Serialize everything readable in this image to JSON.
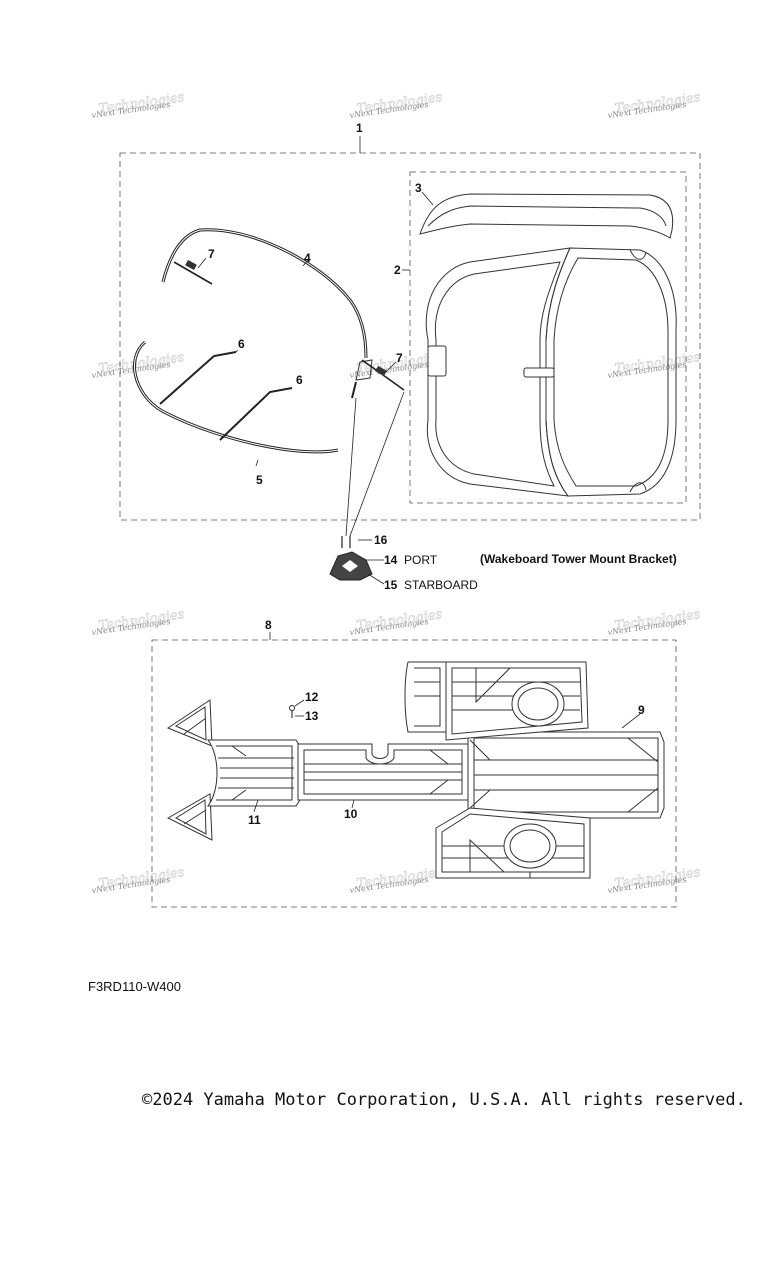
{
  "diagram": {
    "code": "F3RD110-W400",
    "copyright": "©2024 Yamaha Motor Corporation, U.S.A. All rights reserved.",
    "watermark_text": "vNext Technologies",
    "callouts": {
      "c1": "1",
      "c2": "2",
      "c3": "3",
      "c4": "4",
      "c5": "5",
      "c6a": "6",
      "c6b": "6",
      "c7a": "7",
      "c7b": "7",
      "c8": "8",
      "c9": "9",
      "c10": "10",
      "c11": "11",
      "c12": "12",
      "c13": "13",
      "c14": "14",
      "c15": "15",
      "c16": "16"
    },
    "notes": {
      "port": "PORT",
      "starboard": "STARBOARD",
      "bracket": "(Wakeboard Tower Mount Bracket)"
    }
  }
}
